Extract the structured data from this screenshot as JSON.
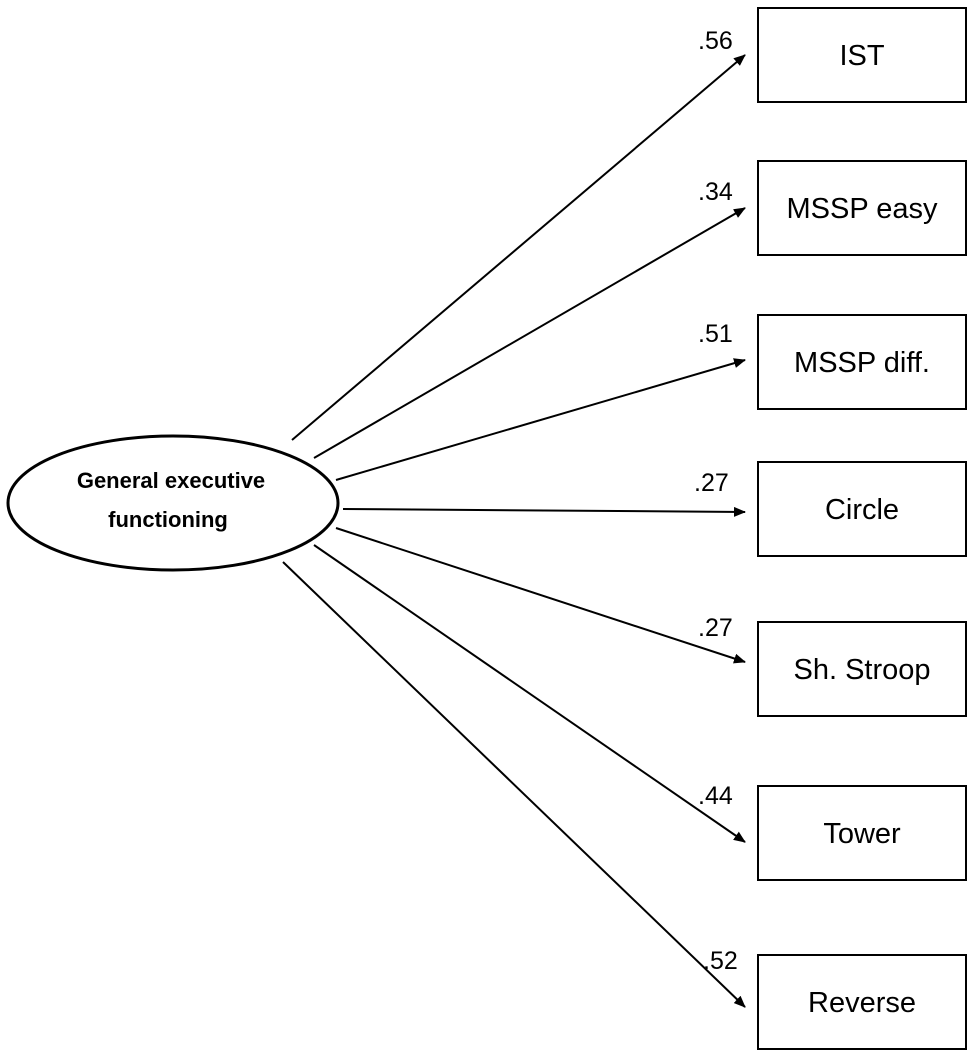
{
  "latent": {
    "line1": "General executive",
    "line2": "functioning"
  },
  "indicators": [
    {
      "label": "IST",
      "loading": ".56"
    },
    {
      "label": "MSSP easy",
      "loading": ".34"
    },
    {
      "label": "MSSP diff.",
      "loading": ".51"
    },
    {
      "label": "Circle",
      "loading": ".27"
    },
    {
      "label": "Sh. Stroop",
      "loading": ".27"
    },
    {
      "label": "Tower",
      "loading": ".44"
    },
    {
      "label": "Reverse",
      "loading": ".52"
    }
  ],
  "colors": {
    "stroke": "#000000",
    "background": "#ffffff"
  }
}
